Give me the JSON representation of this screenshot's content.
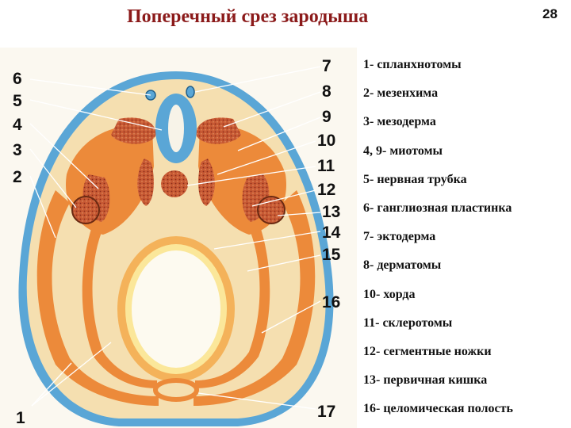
{
  "title": "Поперечный срез зародыша",
  "page_number": "28",
  "diagram": {
    "left_numbers": [
      "6",
      "5",
      "4",
      "3",
      "2",
      "1"
    ],
    "right_numbers": [
      "7",
      "8",
      "9",
      "10",
      "11",
      "12",
      "13",
      "14",
      "15",
      "16",
      "17"
    ]
  },
  "legend": [
    "1- спланхнотомы",
    "2- мезенхима",
    "3- мезодерма",
    "4, 9- миотомы",
    "5- нервная трубка",
    "6- ганглиозная пластинка",
    "7- эктодерма",
    "8- дерматомы",
    "10- хорда",
    "11- склеротомы",
    "12- сегментные ножки",
    "13- первичная кишка",
    "16- целомическая полость"
  ],
  "colors": {
    "title": "#8b1a1a",
    "ectoderm": "#5aa6d6",
    "mesenchyme": "#f5dfb0",
    "mesoderm": "#ec8a3a",
    "somite": "#c85a34"
  }
}
